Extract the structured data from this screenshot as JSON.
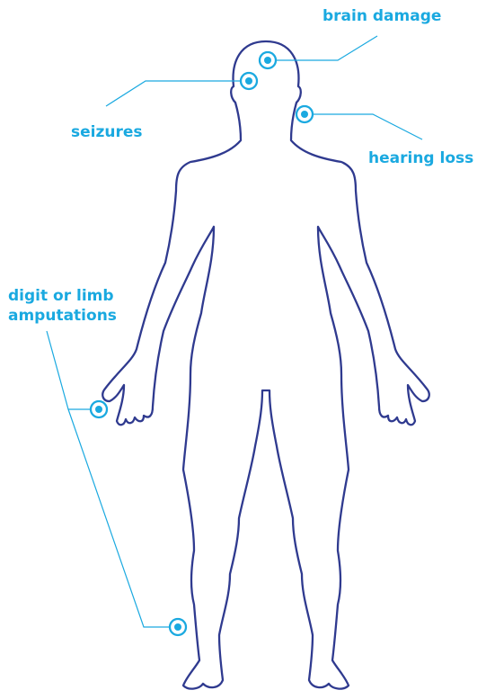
{
  "labels": {
    "brain_damage": "brain damage",
    "seizures": "seizures",
    "hearing_loss": "hearing loss",
    "digit_line1": "digit or limb",
    "digit_line2": "amputations"
  },
  "colors": {
    "body_outline": "#2f3a8f",
    "accent": "#1aa9e0",
    "background": "#ffffff"
  }
}
